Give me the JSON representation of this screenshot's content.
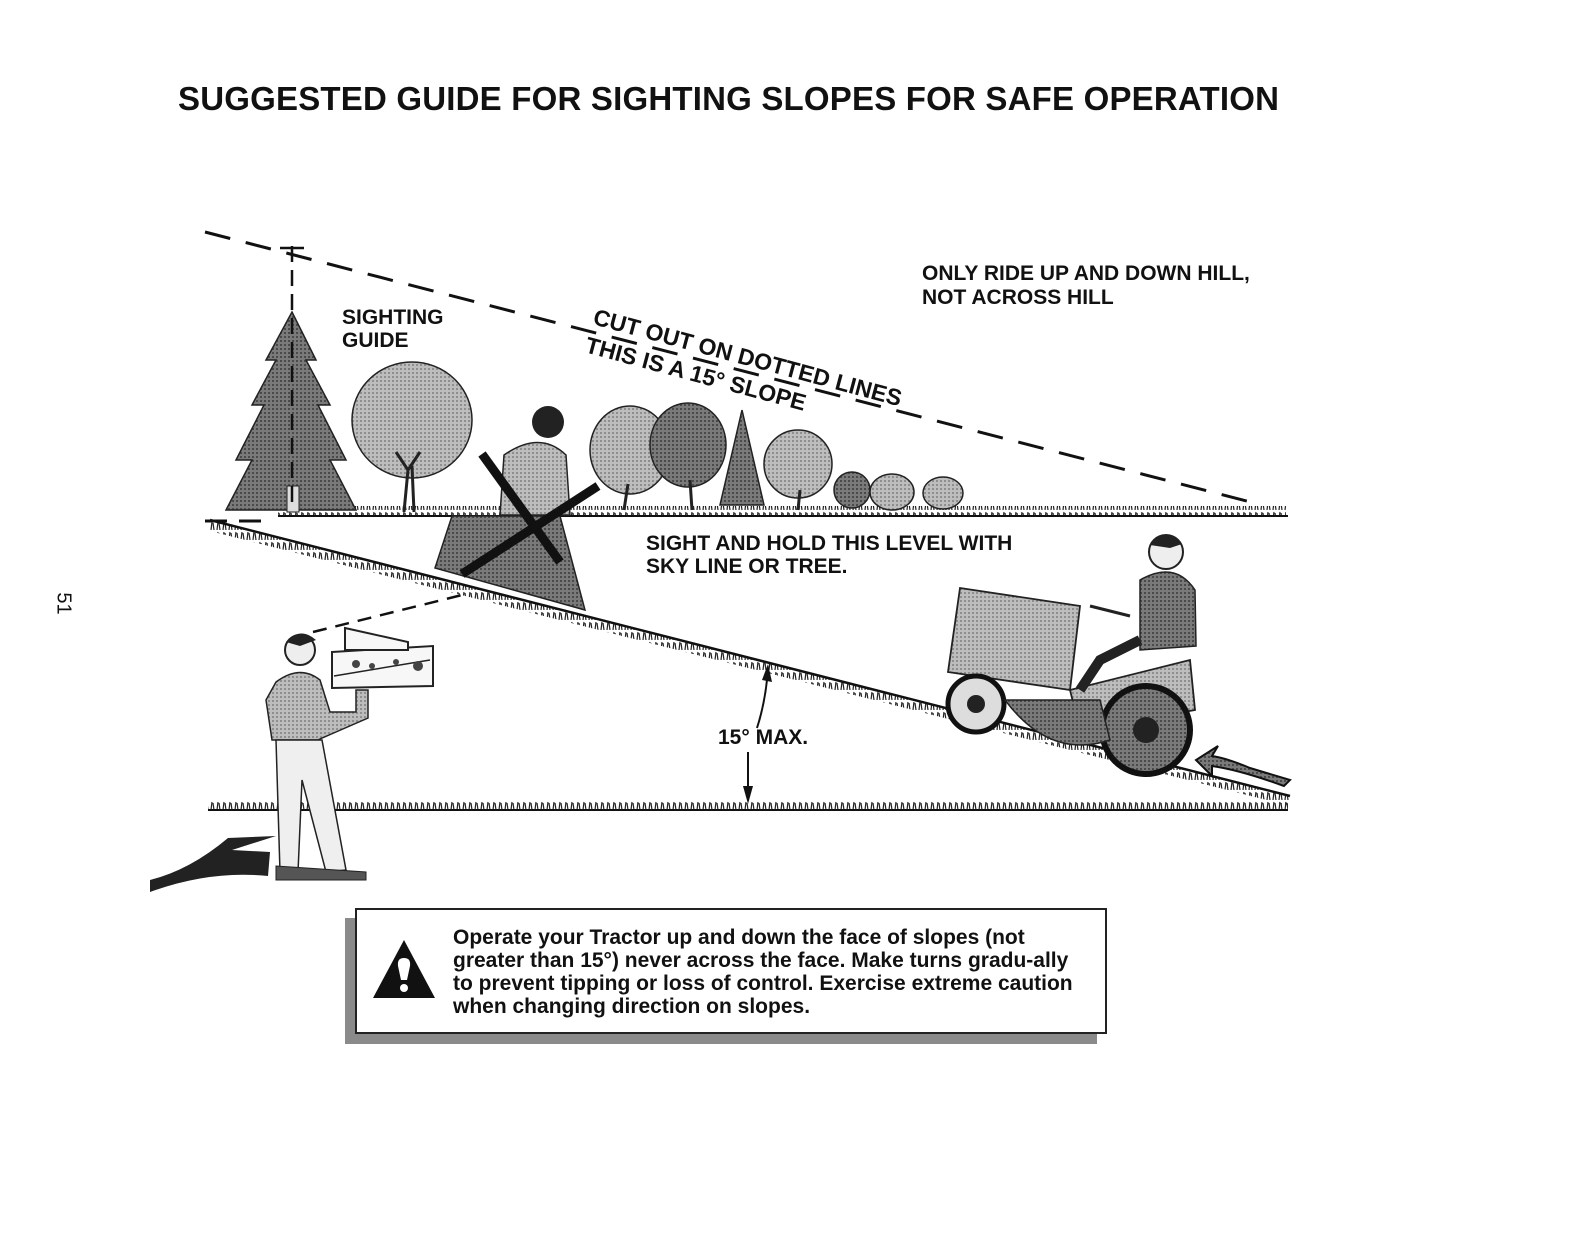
{
  "page": {
    "title": "SUGGESTED GUIDE FOR SIGHTING SLOPES FOR SAFE OPERATION",
    "page_number": "51"
  },
  "diagram": {
    "sighting_guide_line1": "SIGHTING",
    "sighting_guide_line2": "GUIDE",
    "cut_out_label": "CUT OUT ON DOTTED LINES",
    "slope_label": "THIS IS A 15° SLOPE",
    "ride_note_line1": "ONLY RIDE UP AND DOWN HILL,",
    "ride_note_line2": "NOT ACROSS HILL",
    "hold_level_line1": "SIGHT AND HOLD THIS LEVEL WITH",
    "hold_level_line2": "SKY LINE OR TREE.",
    "max_angle_label": "15° MAX."
  },
  "warning": {
    "icon": "warning-triangle-icon",
    "text": "Operate your Tractor up and down the face of slopes (not greater than 15°) never across the face. Make turns gradu-ally to prevent tipping or loss of control. Exercise extreme caution when changing direction on slopes."
  }
}
